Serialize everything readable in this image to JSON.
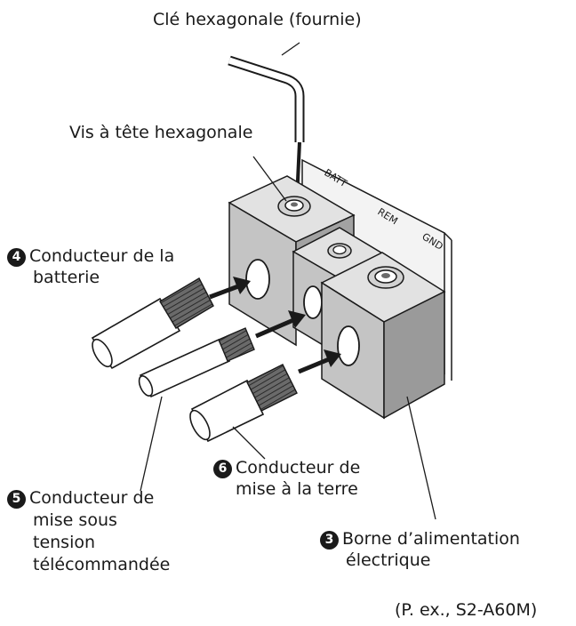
{
  "labels": {
    "hex_key": "Clé hexagonale (fournie)",
    "hex_screw": "Vis à tête hexagonale",
    "battery_num": "4",
    "battery_line1": "Conducteur de la",
    "battery_line2": "batterie",
    "remote_num": "5",
    "remote_line1": "Conducteur de",
    "remote_line2": "mise sous",
    "remote_line3": "tension",
    "remote_line4": "télécommandée",
    "ground_num": "6",
    "ground_line1": "Conducteur de",
    "ground_line2": "mise à la terre",
    "terminal_num": "3",
    "terminal_line1": "Borne d’alimentation",
    "terminal_line2": "électrique",
    "example": "(P. ex., S2-A60M)"
  },
  "terminal_markings": {
    "batt": "BATT",
    "rem": "REM",
    "gnd": "GND"
  },
  "colors": {
    "line": "#1a1a1a",
    "block_front": "#c4c4c4",
    "block_side": "#9a9a9a",
    "block_top": "#e2e2e2",
    "hole": "#ffffff"
  }
}
